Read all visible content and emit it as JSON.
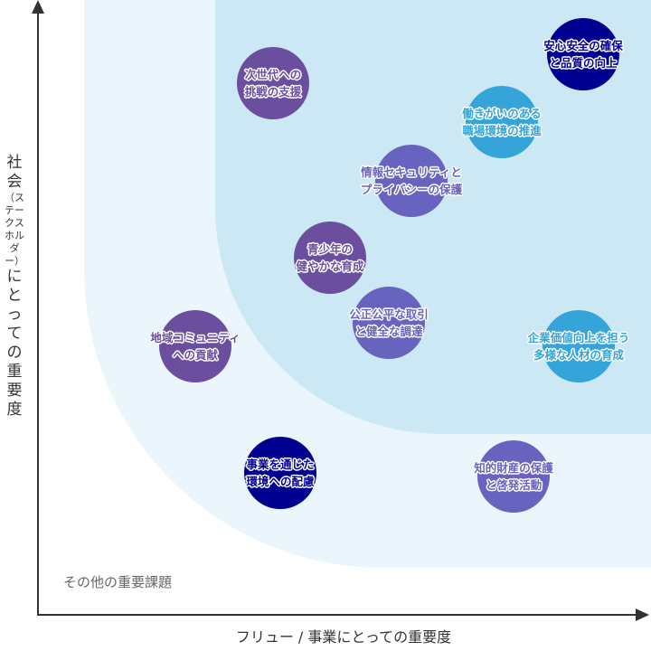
{
  "colors": {
    "purple": "#6b4f9e",
    "navy": "#000090",
    "sky": "#35a4d8",
    "violet": "#6763be",
    "zone_outer": "#eaf5fc",
    "zone_inner": "#cde8f5"
  },
  "axes": {
    "x_label": "フリュー / 事業にとっての重要度",
    "y_label_main": "社会",
    "y_label_paren": "（ステークスホルダー）",
    "y_label_rest": "にとっての重要度"
  },
  "other_label": "その他の重要課題",
  "issues": [
    {
      "label": "次世代への\n挑戦の支援",
      "color": "purple"
    },
    {
      "label": "安心安全の確保\nと品質の向上",
      "color": "navy"
    },
    {
      "label": "働きがいのある\n職場環境の推進",
      "color": "sky"
    },
    {
      "label": "情報セキュリティと\nプライバシーの保護",
      "color": "violet"
    },
    {
      "label": "青少年の\n健やかな育成",
      "color": "purple"
    },
    {
      "label": "公正公平な取引\nと健全な調達",
      "color": "violet"
    },
    {
      "label": "企業価値向上を担う\n多様な人材の育成",
      "color": "sky"
    },
    {
      "label": "地域コミュニティ\nへの貢献",
      "color": "purple"
    },
    {
      "label": "事業を通じた\n環境への配慮",
      "color": "navy"
    },
    {
      "label": "知的財産の保護\nと啓発活動",
      "color": "violet"
    }
  ]
}
